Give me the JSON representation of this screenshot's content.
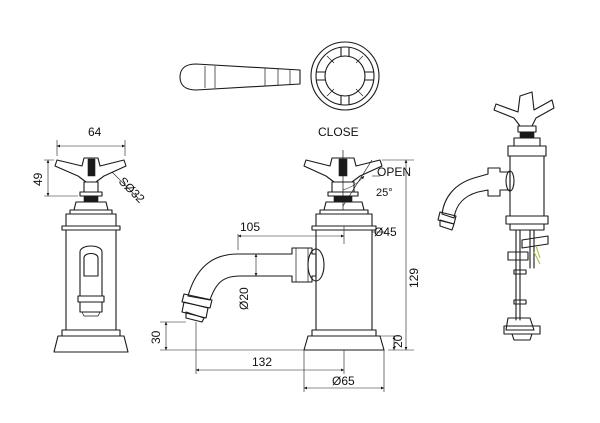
{
  "labels": {
    "close": "CLOSE",
    "open": "OPEN",
    "angle": "25°"
  },
  "dimensions": {
    "handle_width": "64",
    "handle_height": "49",
    "handle_dia": "SØ32",
    "spout_reach": "105",
    "body_dia": "Ø45",
    "spout_dia": "Ø20",
    "overall_height": "129",
    "spout_height": "30",
    "base_height": "20",
    "overall_depth": "132",
    "base_dia": "Ø65"
  },
  "colors": {
    "line": "#1a1a1a",
    "accent": "#9dbf3a"
  }
}
